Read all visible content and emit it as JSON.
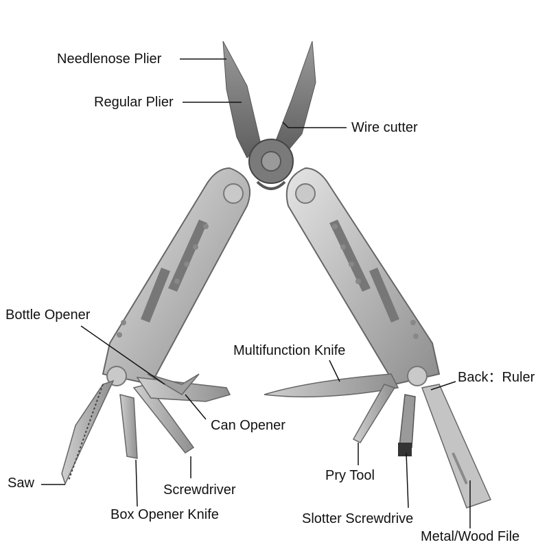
{
  "labels": {
    "needlenose_plier": "Needlenose Plier",
    "regular_plier": "Regular Plier",
    "wire_cutter": "Wire cutter",
    "bottle_opener": "Bottle Opener",
    "multifunction_knife": "Multifunction Knife",
    "back_ruler": "Back：Ruler",
    "can_opener": "Can Opener",
    "saw": "Saw",
    "screwdriver": "Screwdriver",
    "pry_tool": "Pry Tool",
    "box_opener_knife": "Box Opener Knife",
    "slotter_screwdrive": "Slotter Screwdrive",
    "metal_wood_file": "Metal/Wood File"
  },
  "colors": {
    "background": "#ffffff",
    "steel_light": "#d4d4d4",
    "steel_mid": "#b0b0b0",
    "steel_dark": "#6e6e6e",
    "leader_line": "#111111",
    "label_text": "#111111"
  }
}
